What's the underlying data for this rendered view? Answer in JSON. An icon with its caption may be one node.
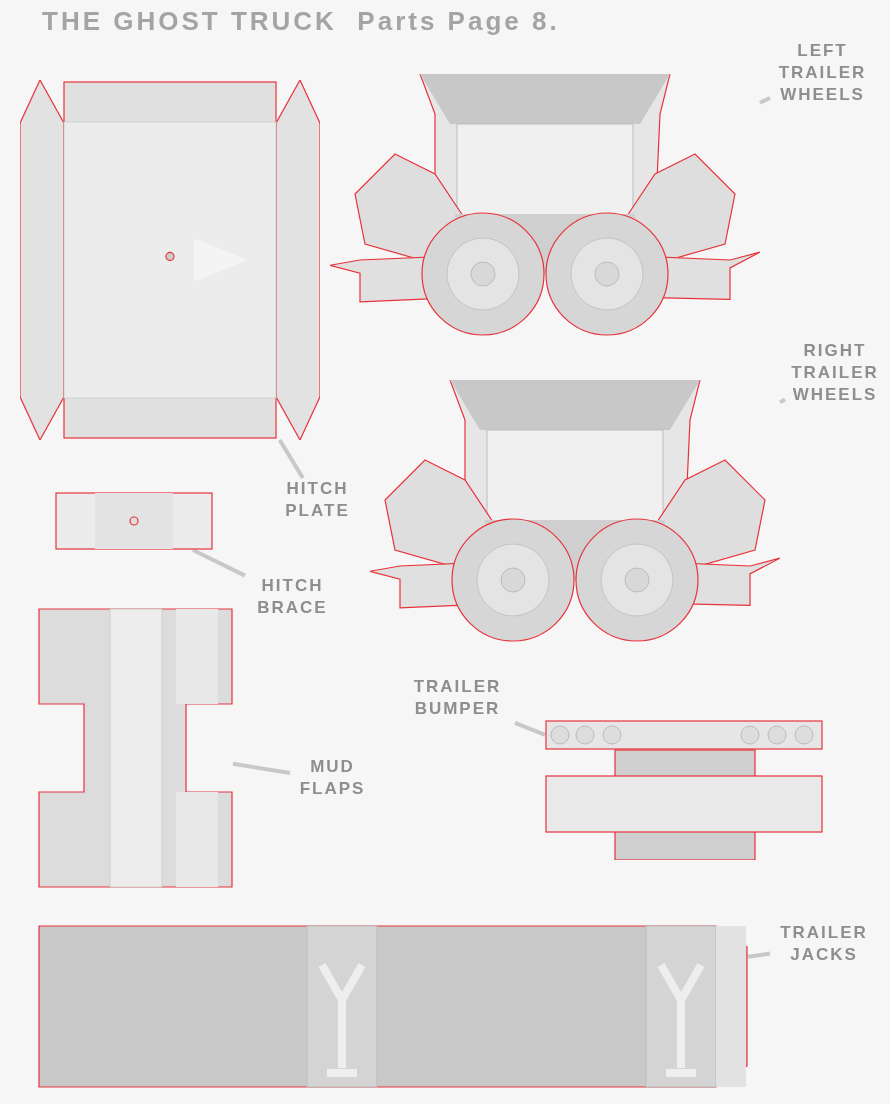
{
  "diagram": {
    "title": "THE GHOST TRUCK  Parts Page 8.",
    "nodes": [
      {
        "text": [],
        "shape": "picture"
      },
      {
        "text": [],
        "shape": "picture"
      },
      {
        "text": [
          "LEFT TRAILER WHEELS"
        ]
      },
      {
        "text": [],
        "shape": "picture"
      },
      {
        "text": [
          "RIGHT TRAILER WHEELS"
        ]
      },
      {
        "text": [
          "HITCH PLATE"
        ]
      },
      {
        "text": [],
        "shape": "picture"
      },
      {
        "text": [
          "HITCH BRACE"
        ]
      },
      {
        "text": [],
        "shape": "picture"
      },
      {
        "text": [
          "TRAILER BUMPER"
        ]
      },
      {
        "text": [],
        "shape": "picture"
      },
      {
        "text": [
          "MUD FLAPS"
        ]
      },
      {
        "text": [],
        "shape": "picture"
      },
      {
        "text": [
          "TRAILER JACKS"
        ]
      }
    ],
    "edges": [
      {
        "from": 2,
        "to": 1,
        "arrow": "none"
      },
      {
        "from": 4,
        "to": 3,
        "arrow": "none"
      },
      {
        "from": 5,
        "to": 0,
        "arrow": "none"
      },
      {
        "from": 7,
        "to": 6,
        "arrow": "none"
      },
      {
        "from": 9,
        "to": 10,
        "arrow": "none"
      },
      {
        "from": 11,
        "to": 8,
        "arrow": "none"
      },
      {
        "from": 13,
        "to": 12,
        "arrow": "none"
      }
    ]
  }
}
